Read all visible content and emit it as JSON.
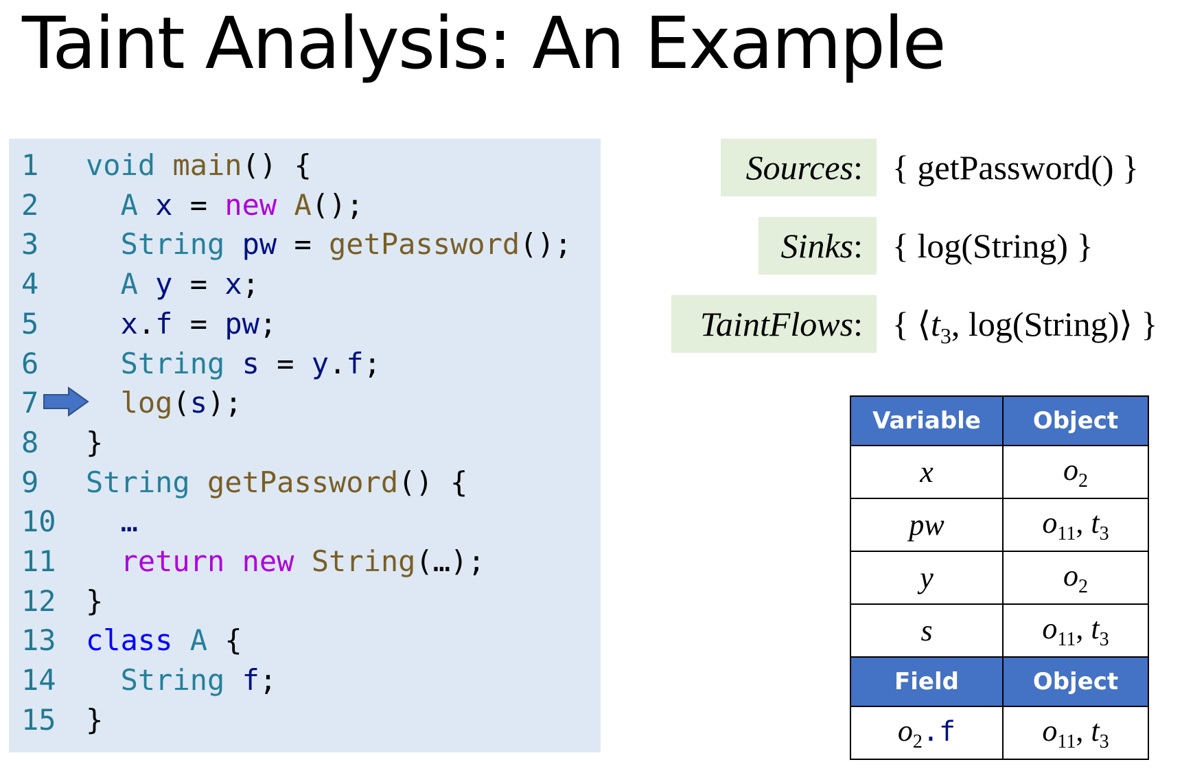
{
  "title": "Taint Analysis: An Example",
  "code": [
    {
      "n": "1",
      "tokens": [
        [
          "void",
          "k-type"
        ],
        [
          " ",
          ""
        ],
        [
          "main",
          "k-fn"
        ],
        [
          "() {",
          "k-punc"
        ]
      ]
    },
    {
      "n": "2",
      "tokens": [
        [
          "  A ",
          "k-type"
        ],
        [
          "x",
          "k-var"
        ],
        [
          " = ",
          "k-punc"
        ],
        [
          "new",
          "k-ctl"
        ],
        [
          " ",
          ""
        ],
        [
          "A",
          "k-fn"
        ],
        [
          "();",
          "k-punc"
        ]
      ]
    },
    {
      "n": "3",
      "tokens": [
        [
          "  String ",
          "k-type"
        ],
        [
          "pw",
          "k-var"
        ],
        [
          " = ",
          "k-punc"
        ],
        [
          "getPassword",
          "k-fn"
        ],
        [
          "();",
          "k-punc"
        ]
      ]
    },
    {
      "n": "4",
      "tokens": [
        [
          "  A ",
          "k-type"
        ],
        [
          "y",
          "k-var"
        ],
        [
          " = ",
          "k-punc"
        ],
        [
          "x",
          "k-var"
        ],
        [
          ";",
          "k-punc"
        ]
      ]
    },
    {
      "n": "5",
      "tokens": [
        [
          "  ",
          ""
        ],
        [
          "x",
          "k-var"
        ],
        [
          ".",
          "k-punc"
        ],
        [
          "f",
          "k-var"
        ],
        [
          " = ",
          "k-punc"
        ],
        [
          "pw",
          "k-var"
        ],
        [
          ";",
          "k-punc"
        ]
      ]
    },
    {
      "n": "6",
      "tokens": [
        [
          "  String ",
          "k-type"
        ],
        [
          "s",
          "k-var"
        ],
        [
          " = ",
          "k-punc"
        ],
        [
          "y",
          "k-var"
        ],
        [
          ".",
          "k-punc"
        ],
        [
          "f",
          "k-var"
        ],
        [
          ";",
          "k-punc"
        ]
      ]
    },
    {
      "n": "7",
      "tokens": [
        [
          "  ",
          ""
        ],
        [
          "log",
          "k-fn"
        ],
        [
          "(",
          "k-punc"
        ],
        [
          "s",
          "k-var"
        ],
        [
          ");",
          "k-punc"
        ]
      ]
    },
    {
      "n": "8",
      "tokens": [
        [
          "}",
          "k-punc"
        ]
      ]
    },
    {
      "n": "9",
      "tokens": [
        [
          "String ",
          "k-type"
        ],
        [
          "getPassword",
          "k-fn"
        ],
        [
          "() {",
          "k-punc"
        ]
      ]
    },
    {
      "n": "10",
      "tokens": [
        [
          "  …",
          "k-var"
        ]
      ]
    },
    {
      "n": "11",
      "tokens": [
        [
          "  ",
          ""
        ],
        [
          "return",
          "k-ctl"
        ],
        [
          " ",
          ""
        ],
        [
          "new",
          "k-ctl"
        ],
        [
          " ",
          ""
        ],
        [
          "String",
          "k-fn"
        ],
        [
          "(…);",
          "k-punc"
        ]
      ]
    },
    {
      "n": "12",
      "tokens": [
        [
          "}",
          "k-punc"
        ]
      ]
    },
    {
      "n": "13",
      "tokens": [
        [
          "class",
          "k-kw"
        ],
        [
          " ",
          ""
        ],
        [
          "A",
          "k-type"
        ],
        [
          " {",
          "k-punc"
        ]
      ]
    },
    {
      "n": "14",
      "tokens": [
        [
          "  String ",
          "k-type"
        ],
        [
          "f",
          "k-var"
        ],
        [
          ";",
          "k-punc"
        ]
      ]
    },
    {
      "n": "15",
      "tokens": [
        [
          "}",
          "k-punc"
        ]
      ]
    }
  ],
  "current_line": "7",
  "sources": {
    "label": "Sources",
    "value": "{ getPassword() }"
  },
  "sinks": {
    "label": "Sinks",
    "value": "{ log(String) }"
  },
  "taintflows": {
    "label": "TaintFlows",
    "value_prefix": "{ ⟨",
    "t_var": "t",
    "t_sub": "3",
    "value_suffix": ", log(String)⟩ }"
  },
  "table": {
    "var_header": "Variable",
    "obj_header": "Object",
    "rows": [
      {
        "var": "x",
        "obj": [
          [
            "o",
            "2"
          ]
        ]
      },
      {
        "var": "pw",
        "obj": [
          [
            "o",
            "11"
          ],
          [
            "t",
            "3"
          ]
        ]
      },
      {
        "var": "y",
        "obj": [
          [
            "o",
            "2"
          ]
        ]
      },
      {
        "var": "s",
        "obj": [
          [
            "o",
            "11"
          ],
          [
            "t",
            "3"
          ]
        ]
      }
    ],
    "field_header": "Field",
    "field_obj_header": "Object",
    "field_rows": [
      {
        "base": "o",
        "base_sub": "2",
        "field": ".f",
        "obj": [
          [
            "o",
            "11"
          ],
          [
            "t",
            "3"
          ]
        ]
      }
    ]
  },
  "colors": {
    "header_blue": "#4472c4",
    "code_bg": "#dde8f4",
    "label_bg": "#e3eedb",
    "arrow": "#4472c4"
  }
}
